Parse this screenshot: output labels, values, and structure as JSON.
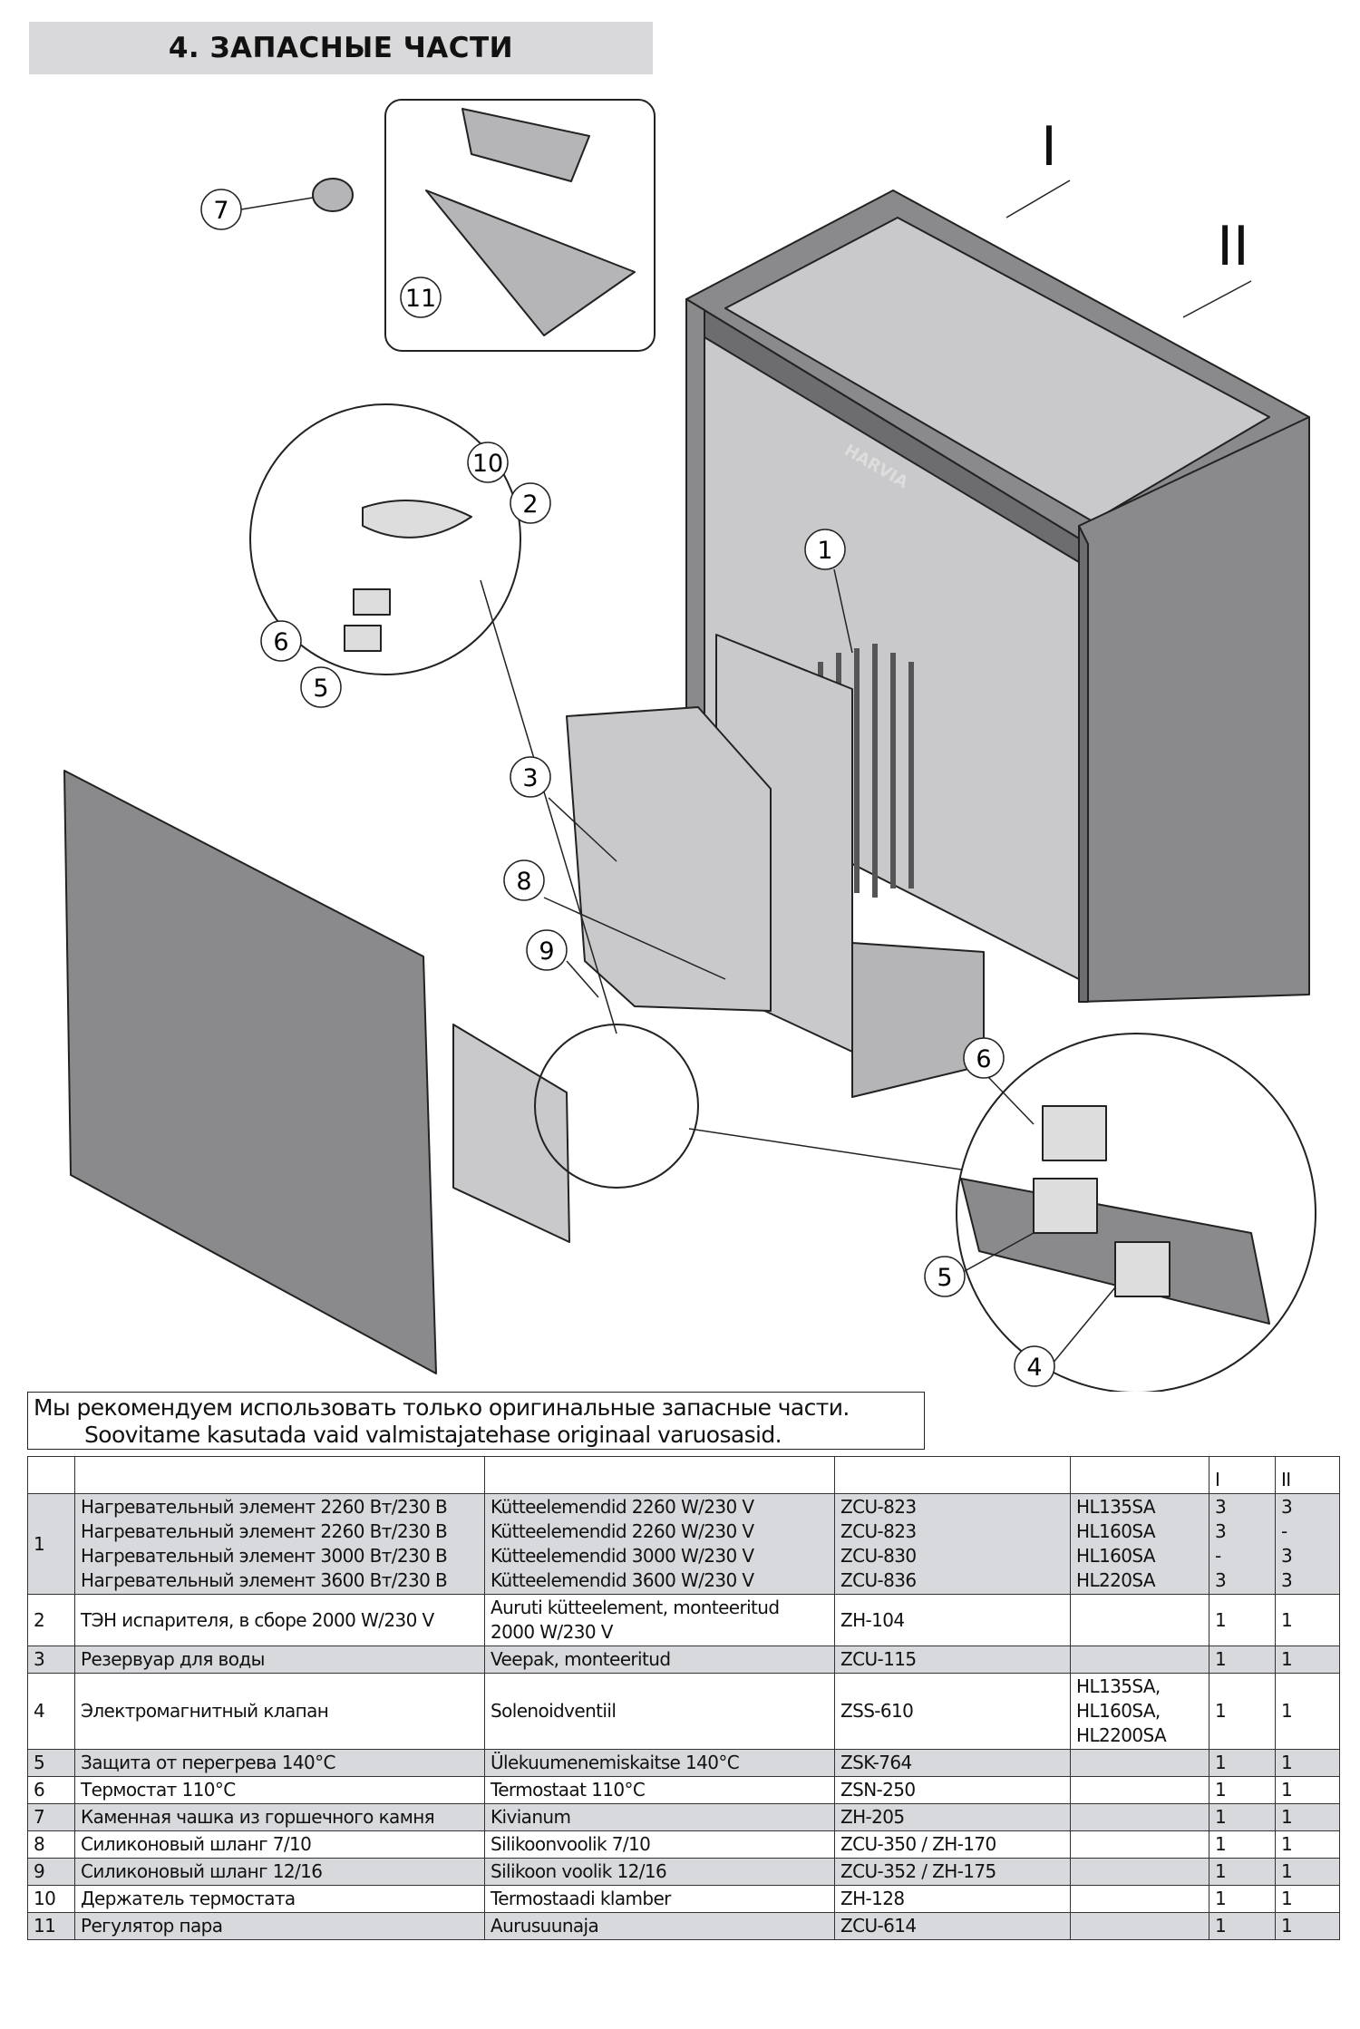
{
  "title": "4. ЗАПАСНЫЕ ЧАСТИ",
  "diagram": {
    "brand_logo": "HARVIA",
    "callouts": [
      "1",
      "2",
      "3",
      "4",
      "5",
      "6",
      "7",
      "8",
      "9",
      "10",
      "11"
    ],
    "section_labels": [
      "I",
      "II"
    ],
    "colors": {
      "panel": "#8a8a8d",
      "panel_dark": "#6d6d70",
      "light": "#c9c9cb",
      "line": "#222222"
    }
  },
  "note": {
    "line_ru": "Мы рекомендуем использовать только оригинальные запасные части.",
    "line_et": "Soovitame kasutada vaid valmistajatehase originaal varuosasid."
  },
  "table": {
    "header": [
      "",
      "",
      "",
      "",
      "",
      "I",
      "II"
    ],
    "rows": [
      {
        "no": "1",
        "ru": [
          "Нагревательный элемент 2260 Вт/230 В",
          "Нагревательный элемент 2260 Вт/230 В",
          "Нагревательный элемент 3000 Вт/230 В",
          "Нагревательный элемент 3600 Вт/230 В"
        ],
        "et": [
          "Kütteelemendid 2260 W/230 V",
          "Kütteelemendid 2260 W/230 V",
          "Kütteelemendid 3000 W/230 V",
          "Kütteelemendid 3600 W/230 V"
        ],
        "code": [
          "ZCU-823",
          "ZCU-823",
          "ZCU-830",
          "ZCU-836"
        ],
        "model": [
          "HL135SA",
          "HL160SA",
          "HL160SA",
          "HL220SA"
        ],
        "i": [
          "3",
          "3",
          "-",
          "3"
        ],
        "ii": [
          "3",
          "-",
          "3",
          "3"
        ],
        "shade": true
      },
      {
        "no": "2",
        "ru": [
          "ТЭН испарителя, в сборе 2000 W/230 V"
        ],
        "et": [
          "Auruti kütteelement, monteeritud",
          "2000 W/230 V"
        ],
        "code": [
          "ZH-104"
        ],
        "model": [],
        "i": [
          "1"
        ],
        "ii": [
          "1"
        ],
        "shade": false
      },
      {
        "no": "3",
        "ru": [
          "Резервуар для воды"
        ],
        "et": [
          "Veepak, monteeritud"
        ],
        "code": [
          "ZCU-115"
        ],
        "model": [],
        "i": [
          "1"
        ],
        "ii": [
          "1"
        ],
        "shade": true
      },
      {
        "no": "4",
        "ru": [
          "Электромагнитный клапан"
        ],
        "et": [
          "Solenoidventiil"
        ],
        "code": [
          "ZSS-610"
        ],
        "model": [
          "HL135SA,",
          "HL160SA,",
          "HL2200SA"
        ],
        "i": [
          "1"
        ],
        "ii": [
          "1"
        ],
        "shade": false
      },
      {
        "no": "5",
        "ru": [
          "Защита от перегрева 140°C"
        ],
        "et": [
          "Ülekuumenemiskaitse 140°C"
        ],
        "code": [
          "ZSK-764"
        ],
        "model": [],
        "i": [
          "1"
        ],
        "ii": [
          "1"
        ],
        "shade": true
      },
      {
        "no": "6",
        "ru": [
          "Термостат 110°C"
        ],
        "et": [
          "Termostaat 110°C"
        ],
        "code": [
          "ZSN-250"
        ],
        "model": [],
        "i": [
          "1"
        ],
        "ii": [
          "1"
        ],
        "shade": false
      },
      {
        "no": "7",
        "ru": [
          "Каменная чашка из горшечного камня"
        ],
        "et": [
          "Kivianum"
        ],
        "code": [
          "ZH-205"
        ],
        "model": [],
        "i": [
          "1"
        ],
        "ii": [
          "1"
        ],
        "shade": true
      },
      {
        "no": "8",
        "ru": [
          "Силиконовый шланг 7/10"
        ],
        "et": [
          "Silikoonvoolik 7/10"
        ],
        "code": [
          "ZCU-350 / ZH-170"
        ],
        "model": [],
        "i": [
          "1"
        ],
        "ii": [
          "1"
        ],
        "shade": false
      },
      {
        "no": "9",
        "ru": [
          "Силиконовый шланг 12/16"
        ],
        "et": [
          "Silikoon voolik 12/16"
        ],
        "code": [
          "ZCU-352 / ZH-175"
        ],
        "model": [],
        "i": [
          "1"
        ],
        "ii": [
          "1"
        ],
        "shade": true
      },
      {
        "no": "10",
        "ru": [
          "Держатель термостата"
        ],
        "et": [
          "Termostaadi klamber"
        ],
        "code": [
          "ZH-128"
        ],
        "model": [],
        "i": [
          "1"
        ],
        "ii": [
          "1"
        ],
        "shade": false
      },
      {
        "no": "11",
        "ru": [
          "Регулятор пара"
        ],
        "et": [
          "Aurusuunaja"
        ],
        "code": [
          "ZCU-614"
        ],
        "model": [],
        "i": [
          "1"
        ],
        "ii": [
          "1"
        ],
        "shade": true
      }
    ]
  }
}
